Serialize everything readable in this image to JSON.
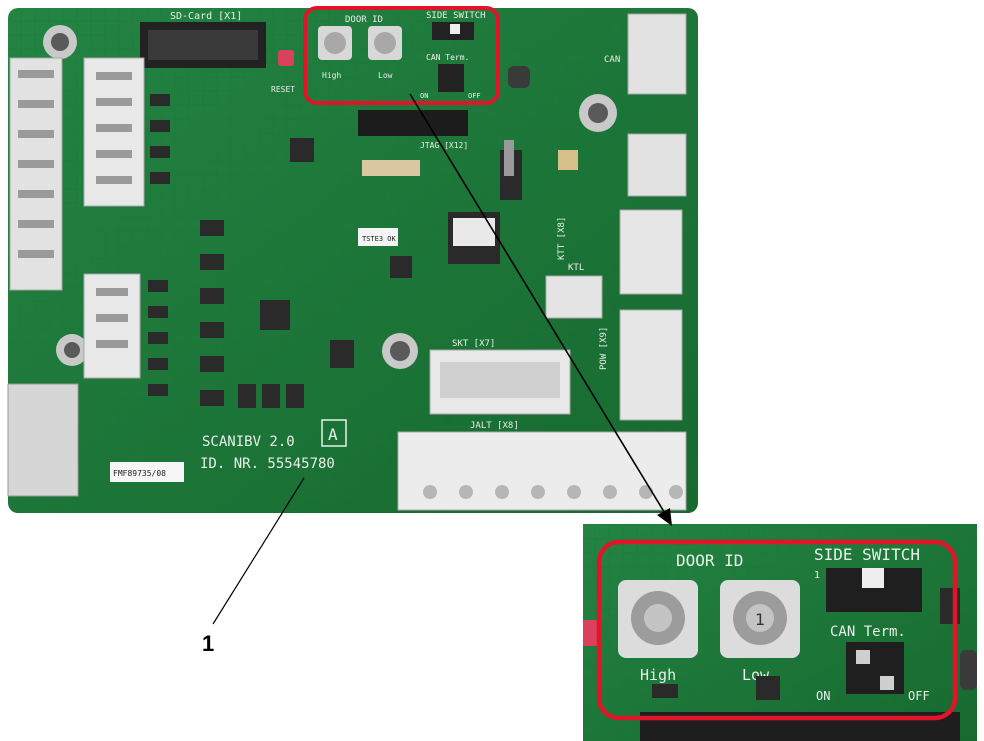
{
  "board": {
    "name": "SCANIBV 2.0",
    "id_number": "ID. NR. 55545780",
    "revision_mark": "A",
    "sticker_main": "FMF89735/08",
    "sticker_mid": "TSTE3 OK",
    "connectors": {
      "sd_card": "SD-Card [X1]",
      "door_id": "DOOR ID",
      "side_switch": "SIDE SWITCH",
      "jtag": "JTAG [X12]",
      "ktl": "KTL",
      "ktt": "KTT [X8]",
      "skt": "SKT [X7]",
      "pow": "POW [X9]",
      "can": "CAN",
      "jalt": "JALT [X8]"
    },
    "door_high_label": "High",
    "door_low_label": "Low",
    "can_term_label": "CAN Term.",
    "on_label": "ON",
    "off_label": "OFF",
    "reset_label": "RESET"
  },
  "callout": {
    "number": "1"
  },
  "zoom": {
    "door_id": "DOOR ID",
    "side_switch": "SIDE SWITCH",
    "high": "High",
    "low": "Low",
    "can_term": "CAN Term.",
    "on": "ON",
    "off": "OFF",
    "dial_low_value": "1",
    "switch_mark": "1"
  },
  "colors": {
    "pcb": "#1f7a3a",
    "pcb_dark": "#155e2b",
    "highlight": "#e0152a",
    "connector": "#e4e4e4"
  }
}
